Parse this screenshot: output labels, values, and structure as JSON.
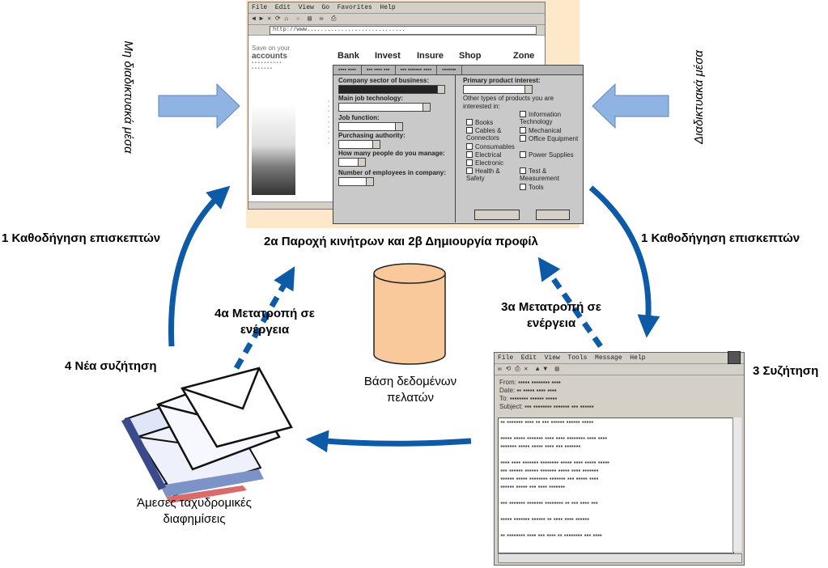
{
  "labels": {
    "non_interactive_media": "Μη διαδικτυακά μέσα",
    "interactive_media": "Διαδικτυακά μέσα",
    "visitor_guidance_left": "1 Καθοδήγηση επισκεπτών",
    "visitor_guidance_right": "1 Καθοδήγηση επισκεπτών",
    "incentives_profile": "2α Παροχή κινήτρων και 2β Δημιουργία προφίλ",
    "conversion_4a": "4α Μετατροπή σε ενέργεια",
    "conversion_3a": "3α Μετατροπή σε ενέργεια",
    "new_discussion": "4 Νέα συζήτηση",
    "discussion": "3 Συζήτηση",
    "customer_database": "Βάση δεδομένων πελατών",
    "direct_mail_ads": "Άμεσες ταχυδρομικές διαφημίσεις"
  },
  "browser": {
    "nav_items": [
      "Bank",
      "Invest",
      "Insure",
      "Shop",
      "Zone"
    ],
    "accounts_text": "accounts",
    "form": {
      "company_label": "Company sector of business:",
      "main_job_label": "Main job technology:",
      "job_function_label": "Job function:",
      "purchasing_label": "Purchasing authority:",
      "how_many_label": "How many people do you manage:",
      "employees_label": "Number of employees in company:",
      "primary_interest_label": "Primary product interest:",
      "other_types_label": "Other types of products you are interested in:",
      "checkboxes_left": [
        "Books",
        "Cables & Connectors",
        "Consumables",
        "Electrical",
        "Electronic",
        "Health & Safety"
      ],
      "checkboxes_right": [
        "Information Technology",
        "Mechanical",
        "Office Equipment",
        "Power Supplies",
        "Test & Measurement",
        "Tools"
      ]
    }
  },
  "colors": {
    "arrow_blue": "#0d5aa7",
    "media_arrow": "#8fb4e3",
    "database_fill": "#f9c89b"
  },
  "icons": {
    "database": "cylinder-database-icon",
    "envelopes": "envelopes-icon"
  }
}
